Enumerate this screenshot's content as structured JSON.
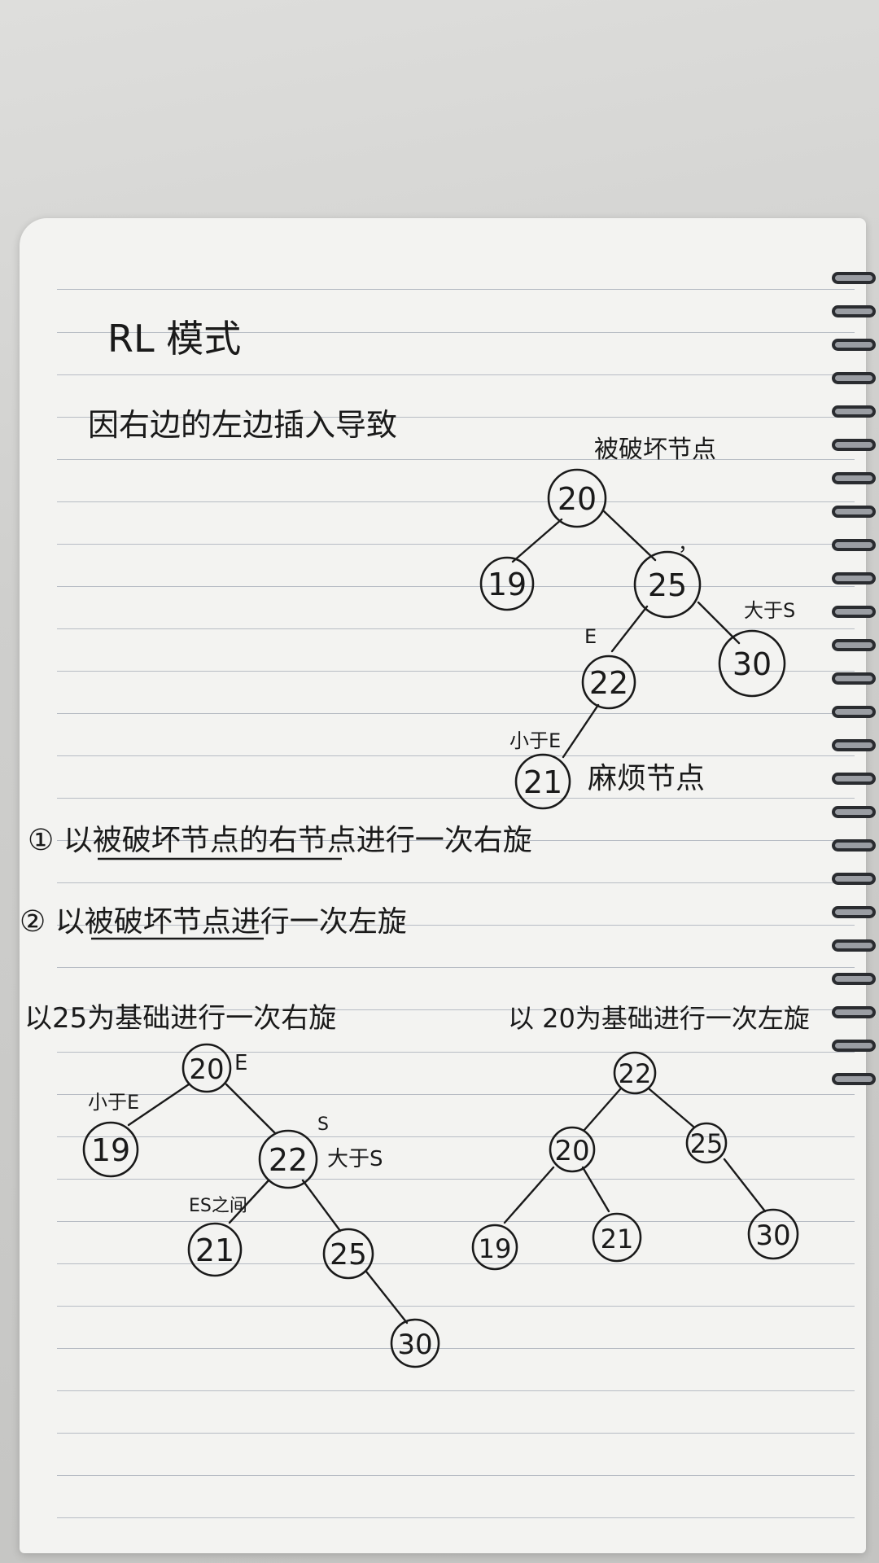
{
  "note": {
    "title": "RL 模式",
    "subtitle": "因右边的左边插入导致",
    "steps": [
      "① 以被破坏节点的右节点进行一次右旋",
      "② 以被破坏节点进行一次左旋"
    ]
  },
  "tree_original": {
    "nodes": [
      "20",
      "19",
      "25",
      "22",
      "30",
      "21"
    ],
    "labels": {
      "broken": "被破坏节点",
      "s_mark": "，",
      "e_mark": "E",
      "bigger_than_s": "大于S",
      "smaller_than_e": "小于E",
      "trouble_node": "麻烦节点"
    }
  },
  "tree_right_rotate": {
    "heading": "以25为基础进行一次右旋",
    "nodes": [
      "20",
      "19",
      "22",
      "21",
      "25",
      "30"
    ],
    "labels": {
      "e_mark": "E",
      "s_mark": "S",
      "smaller_than_e": "小于E",
      "bigger_than_s": "大于S",
      "between_es": "ES之间"
    }
  },
  "tree_left_rotate": {
    "heading": "以 20为基础进行一次左旋",
    "nodes": [
      "22",
      "20",
      "25",
      "19",
      "21",
      "30"
    ]
  }
}
